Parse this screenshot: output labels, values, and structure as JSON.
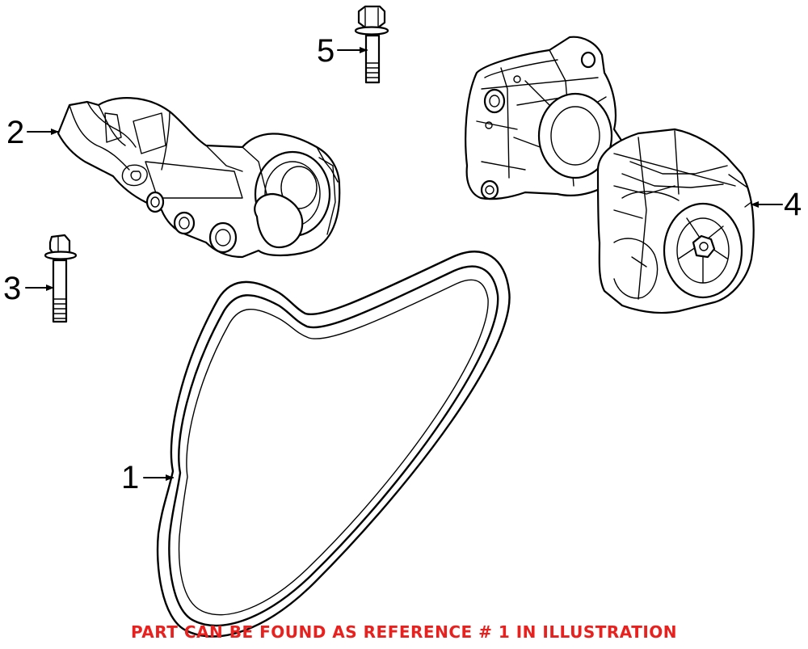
{
  "callouts": {
    "c1": "1",
    "c2": "2",
    "c3": "3",
    "c4": "4",
    "c5": "5"
  },
  "footer": {
    "note": "PART CAN BE FOUND AS REFERENCE # 1 IN ILLUSTRATION"
  },
  "colors": {
    "line": "#000000",
    "note": "#e8201e",
    "background": "#ffffff"
  }
}
